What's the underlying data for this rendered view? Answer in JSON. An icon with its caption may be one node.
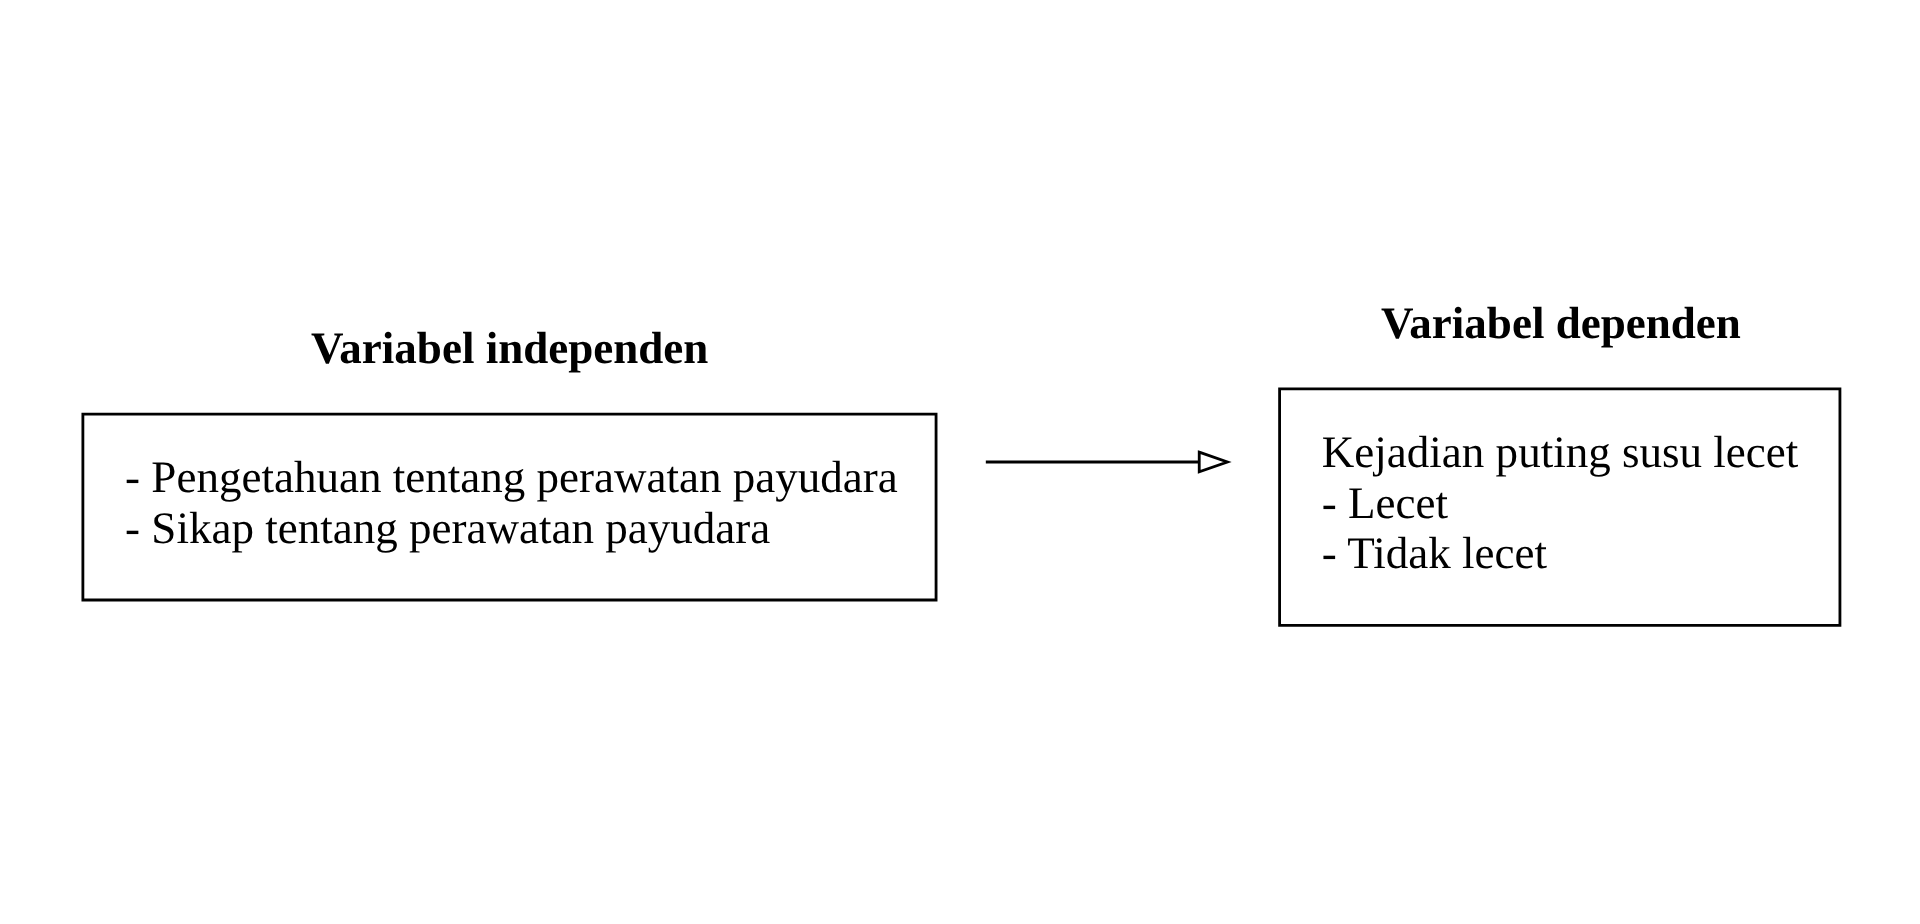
{
  "diagram": {
    "nodes": [
      {
        "text": [
          "Variabel independen",
          "- Pengetahuan tentang perawatan payudara",
          "- Sikap tentang perawatan payudara"
        ]
      },
      {
        "text": [
          "Variabel dependen",
          "Kejadian puting susu lecet",
          "- Lecet",
          "- Tidak lecet"
        ]
      }
    ],
    "edges": [
      {
        "from": 0,
        "to": 1,
        "arrow": "to"
      }
    ]
  }
}
